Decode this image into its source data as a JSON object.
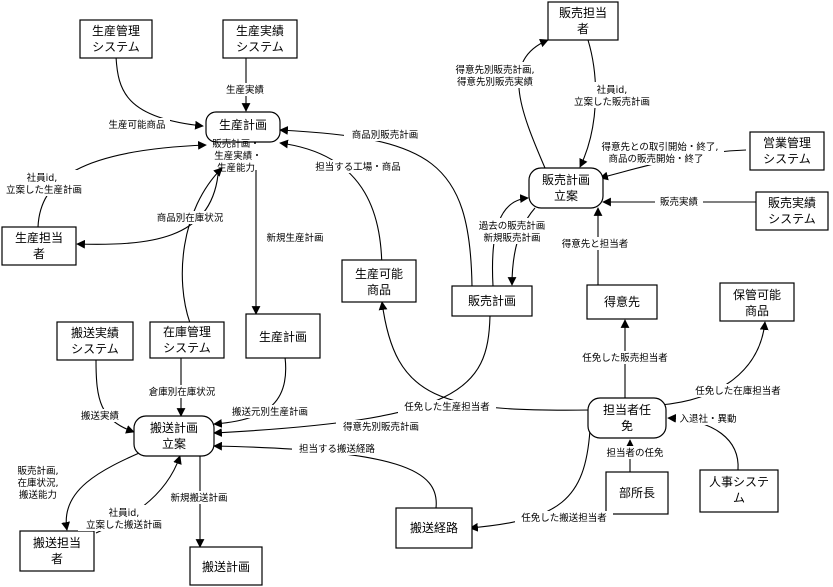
{
  "nodes": {
    "seisan_kanri_sys": [
      "生産管理",
      "システム"
    ],
    "seisan_jisseki_sys": [
      "生産実績",
      "システム"
    ],
    "hanbai_tantou_top": [
      "販売担当",
      "者"
    ],
    "seisan_keikaku_proc": [
      "生産計画"
    ],
    "seisan_keikaku_proc_sub": [
      "販売計画・",
      "生産実績・",
      "生産能力"
    ],
    "eigyou_kanri_sys": [
      "営業管理",
      "システム"
    ],
    "hanbai_jisseki_sys": [
      "販売実績",
      "システム"
    ],
    "hanbai_keikaku_rituan": [
      "販売計画",
      "立案"
    ],
    "seisan_tantou": [
      "生産担当",
      "者"
    ],
    "seisan_kanou_shouhin": [
      "生産可能",
      "商品"
    ],
    "hanbai_keikaku_store": [
      "販売計画"
    ],
    "tokuisaki": [
      "得意先"
    ],
    "hokan_kanou_shouhin": [
      "保管可能",
      "商品"
    ],
    "hansou_jisseki_sys": [
      "搬送実績",
      "システム"
    ],
    "zaiko_kanri_sys": [
      "在庫管理",
      "システム"
    ],
    "seisan_keikaku_store": [
      "生産計画"
    ],
    "hansou_keikaku_rituan": [
      "搬送計画",
      "立案"
    ],
    "tantousha_ninmen": [
      "担当者任",
      "免"
    ],
    "bushochou": [
      "部所長"
    ],
    "jinji_sys": [
      "人事システ",
      "ム"
    ],
    "hansou_tantou": [
      "搬送担当",
      "者"
    ],
    "hansou_keiro": [
      "搬送経路"
    ],
    "hansou_keikaku_store": [
      "搬送計画"
    ]
  },
  "labels": {
    "l_seisan_jisseki": [
      "生産実績"
    ],
    "l_seisan_kanou": [
      "生産可能商品"
    ],
    "l_shouhin_betsu_hanbai": [
      "商品別販売計画"
    ],
    "l_tantou_koujou": [
      "担当する工場・商品"
    ],
    "l_shain_seisan": [
      "社員id,",
      "立案した生産計画"
    ],
    "l_shouhin_zaiko": [
      "商品別在庫状況"
    ],
    "l_shinki_seisan": [
      "新規生産計画"
    ],
    "l_tokui_hanbai": [
      "得意先別販売計画,",
      "得意先別販売実績"
    ],
    "l_shain_hanbai": [
      "社員id,",
      "立案した販売計画"
    ],
    "l_torihiki": [
      "得意先との取引開始・終了,",
      "商品の販売開始・終了"
    ],
    "l_hanbai_jisseki": [
      "販売実績"
    ],
    "l_kako_shinki": [
      "過去の販売計画",
      "新規販売計画"
    ],
    "l_tokui_tantou": [
      "得意先と担当者"
    ],
    "l_ninmei_hanbai": [
      "任免した販売担当者"
    ],
    "l_ninmei_hokan": [
      "任免した在庫担当者"
    ],
    "l_nyuutai": [
      "入退社・異動"
    ],
    "l_tantou_ninmen": [
      "担当者の任免"
    ],
    "l_ninmei_hansou": [
      "任免した搬送担当者"
    ],
    "l_ninmei_seisan": [
      "任免した生産担当者"
    ],
    "l_tokui_hanbai_keikaku": [
      "得意先別販売計画"
    ],
    "l_tantou_keiro": [
      "担当する搬送経路"
    ],
    "l_souko_zaiko": [
      "倉庫別在庫状況"
    ],
    "l_hansou_jisseki": [
      "搬送実績"
    ],
    "l_hansou_moto": [
      "搬送元別生産計画"
    ],
    "l_hanbai_zaiko_nouryoku": [
      "販売計画,",
      "在庫状況,",
      "搬送能力"
    ],
    "l_shain_hansou": [
      "社員id,",
      "立案した搬送計画"
    ],
    "l_shinki_hansou": [
      "新規搬送計画"
    ]
  }
}
